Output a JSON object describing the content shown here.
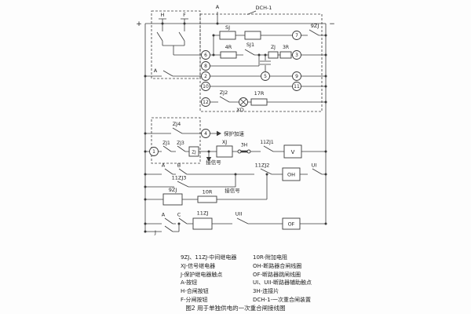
{
  "figure": {
    "caption": "图2 用于单独供电的一次重合闸接线图"
  },
  "labels": {
    "plus": "+",
    "minus": "−",
    "wire_a": "A",
    "device": "DCH-1",
    "h_button": "H",
    "f_button": "F",
    "a_button_1": "A",
    "sj": "SJ",
    "zj9_contact": "9ZJ",
    "r4": "4R",
    "sj1": "SJ1",
    "zj_top": "ZJ",
    "r3": "3R",
    "zj2": "ZJ2",
    "xd": "XD",
    "r17": "17R",
    "zj4": "ZJ4",
    "protect_accel": "保护加速",
    "zj1": "ZJ1",
    "zj3": "ZJ3",
    "zj_coil": "ZJ",
    "xj": "XJ",
    "link_3h": "3H",
    "zj11_1": "11ZJ1",
    "v_meter": "V",
    "signal_1": "接信号",
    "a_button_2": "A",
    "b_button": "B",
    "zj11_2": "11ZJ2",
    "oh": "OH",
    "ui": "UI",
    "zj11_3": "11ZJ3",
    "zj9_coil": "9ZJ",
    "r10": "10R",
    "signal_2": "接信号",
    "a_button_3": "A",
    "c_button": "C",
    "j_contact": "J",
    "zj11_coil": "11ZJ",
    "uii": "UII",
    "of": "OF"
  },
  "terminals": [
    "1",
    "2",
    "3",
    "4",
    "5",
    "6",
    "7",
    "8",
    "9",
    "10",
    "11",
    "12"
  ],
  "legend": {
    "left": [
      "9ZJ、11ZJ-中间继电器",
      "XJ-信号继电器",
      "J-保护继电器触点",
      "A-按钮",
      "H-合闸按钮",
      "F-分闸按钮"
    ],
    "right": [
      "10R-附加电阻",
      "OH-断路器合闸线圈",
      "OF-断路器跳闸线圈",
      "UI、UII-断路器辅助触点",
      "3H-连接片",
      "DCH-1-一次重合闸装置"
    ]
  }
}
